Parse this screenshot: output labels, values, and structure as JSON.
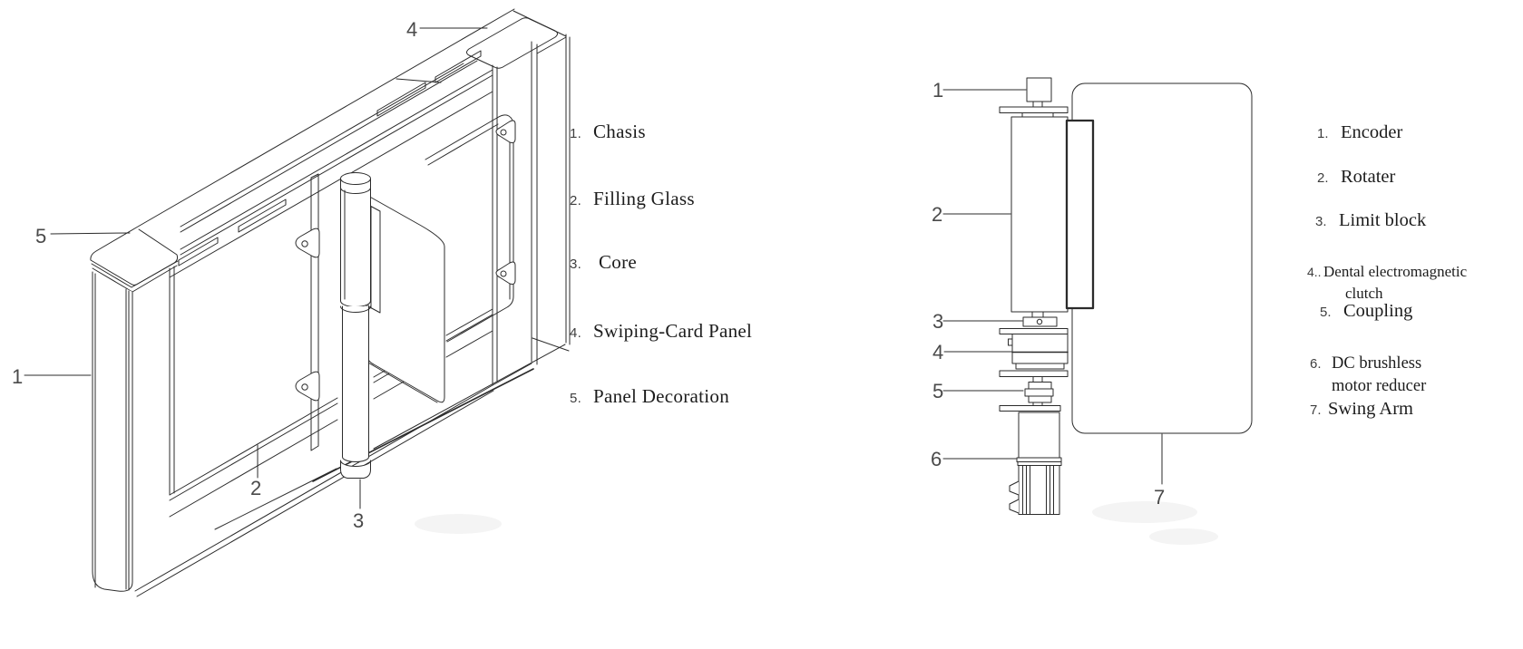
{
  "diagram": {
    "colors": {
      "background": "#ffffff",
      "line": "#2b2b2b",
      "callout": "#4a4a4a",
      "text": "#1c1c1c"
    },
    "left_view": {
      "callouts": {
        "c1": "1",
        "c2": "2",
        "c3": "3",
        "c4": "4",
        "c5": "5"
      },
      "legend": [
        {
          "num": "1.",
          "lines": [
            "Chasis"
          ]
        },
        {
          "num": "2.",
          "lines": [
            "Filling Glass"
          ]
        },
        {
          "num": "3.",
          "lines": [
            "Core"
          ]
        },
        {
          "num": "4.",
          "lines": [
            "Swiping-Card Panel"
          ]
        },
        {
          "num": "5.",
          "lines": [
            "Panel Decoration"
          ]
        }
      ]
    },
    "right_view": {
      "callouts": {
        "c1": "1",
        "c2": "2",
        "c3": "3",
        "c4": "4",
        "c5": "5",
        "c6": "6",
        "c7": "7"
      },
      "legend": [
        {
          "num": "1.",
          "lines": [
            "Encoder"
          ]
        },
        {
          "num": "2.",
          "lines": [
            "Rotater"
          ]
        },
        {
          "num": "3.",
          "lines": [
            "Limit block"
          ]
        },
        {
          "num": "4..",
          "lines": [
            "Dental electromagnetic",
            "clutch"
          ]
        },
        {
          "num": "5.",
          "lines": [
            "Coupling"
          ]
        },
        {
          "num": "6.",
          "lines": [
            "DC brushless",
            "motor reducer"
          ]
        },
        {
          "num": "7.",
          "lines": [
            "Swing Arm"
          ]
        }
      ]
    }
  }
}
